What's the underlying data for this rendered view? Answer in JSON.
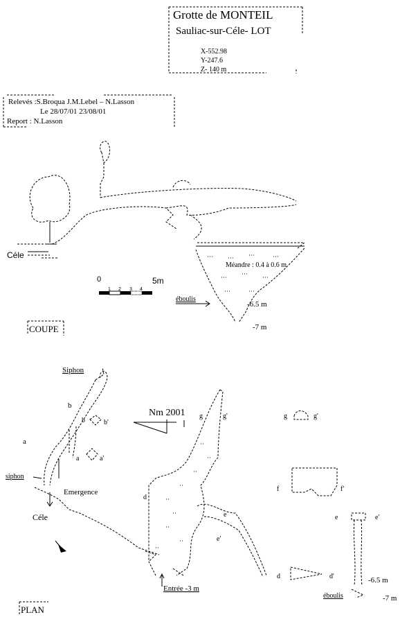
{
  "title_block": {
    "cave_name": "Grotte de MONTEIL",
    "location": "Sauliac-sur-Céle- LOT",
    "coord_x": "X-552.98",
    "coord_y": "Y-247.6",
    "coord_z": "Z- 140 m"
  },
  "credits": {
    "surveyors": "Relevés :S.Broqua   J.M.Lebel – N.Lasson",
    "dates": "Le 28/07/01    23/08/01",
    "report": "Report : N.Lasson"
  },
  "section_view": {
    "label": "COUPE",
    "river_label": "Céle",
    "meander_label": "Méandre : 0.4 à 0.6 m",
    "scree_label": "éboulis",
    "depth_1": "-6.5 m",
    "depth_2": "-7  m",
    "scale": {
      "zero": "0",
      "ticks": [
        "1",
        "2",
        "3",
        "4"
      ],
      "end": "5m"
    }
  },
  "plan_view": {
    "label": "PLAN",
    "north_label": "Nm 2001",
    "sump_top": "Siphon",
    "sump_lower": "siphon",
    "resurgence": "Emergence",
    "river_label": "Céle",
    "entrance": "Entrée -3 m",
    "scree_label": "éboulis",
    "depth_1": "-6.5 m",
    "depth_2": "-7 m",
    "cross_sections": {
      "a": "a",
      "a_prime": "a'",
      "b": "b",
      "b_prime": "b'",
      "d": "d",
      "d_prime": "d'",
      "e": "e",
      "e_prime": "e'",
      "f": "f",
      "f_prime": "f'",
      "g": "g",
      "g_prime": "g'"
    }
  }
}
